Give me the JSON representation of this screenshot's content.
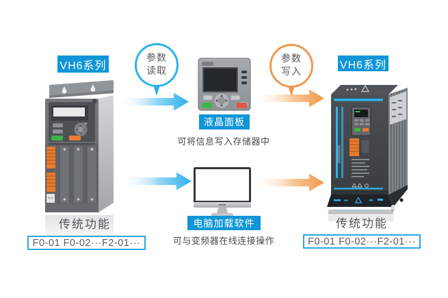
{
  "palette": {
    "label_blue": "#1095d7",
    "accent_blue": "#2cb2ec",
    "accent_orange": "#f09850",
    "text_gray": "#58585a",
    "caption_gray": "#4b4b4d",
    "param_box_border": "#2aa7e0",
    "run_button_green": "#3db44b",
    "stop_button_orange": "#ee7a31"
  },
  "flow": {
    "read_bubble": {
      "line1": "参数",
      "line2": "读取"
    },
    "write_bubble": {
      "line1": "参数",
      "line2": "写入"
    }
  },
  "left_device": {
    "series_label": "VH6系列",
    "function_caption": "传统功能",
    "param_codes": "F0-01 F0-02···F2-01···"
  },
  "lcd_panel": {
    "title": "液晶面板",
    "caption": "可将信息写入存储器中"
  },
  "pc_software": {
    "title": "电脑加载软件",
    "caption": "可与变频器在线连接操作"
  },
  "right_device": {
    "series_label": "VH6系列",
    "function_caption": "传统功能",
    "param_codes": "F0-01 F0-02···F2-01···"
  }
}
